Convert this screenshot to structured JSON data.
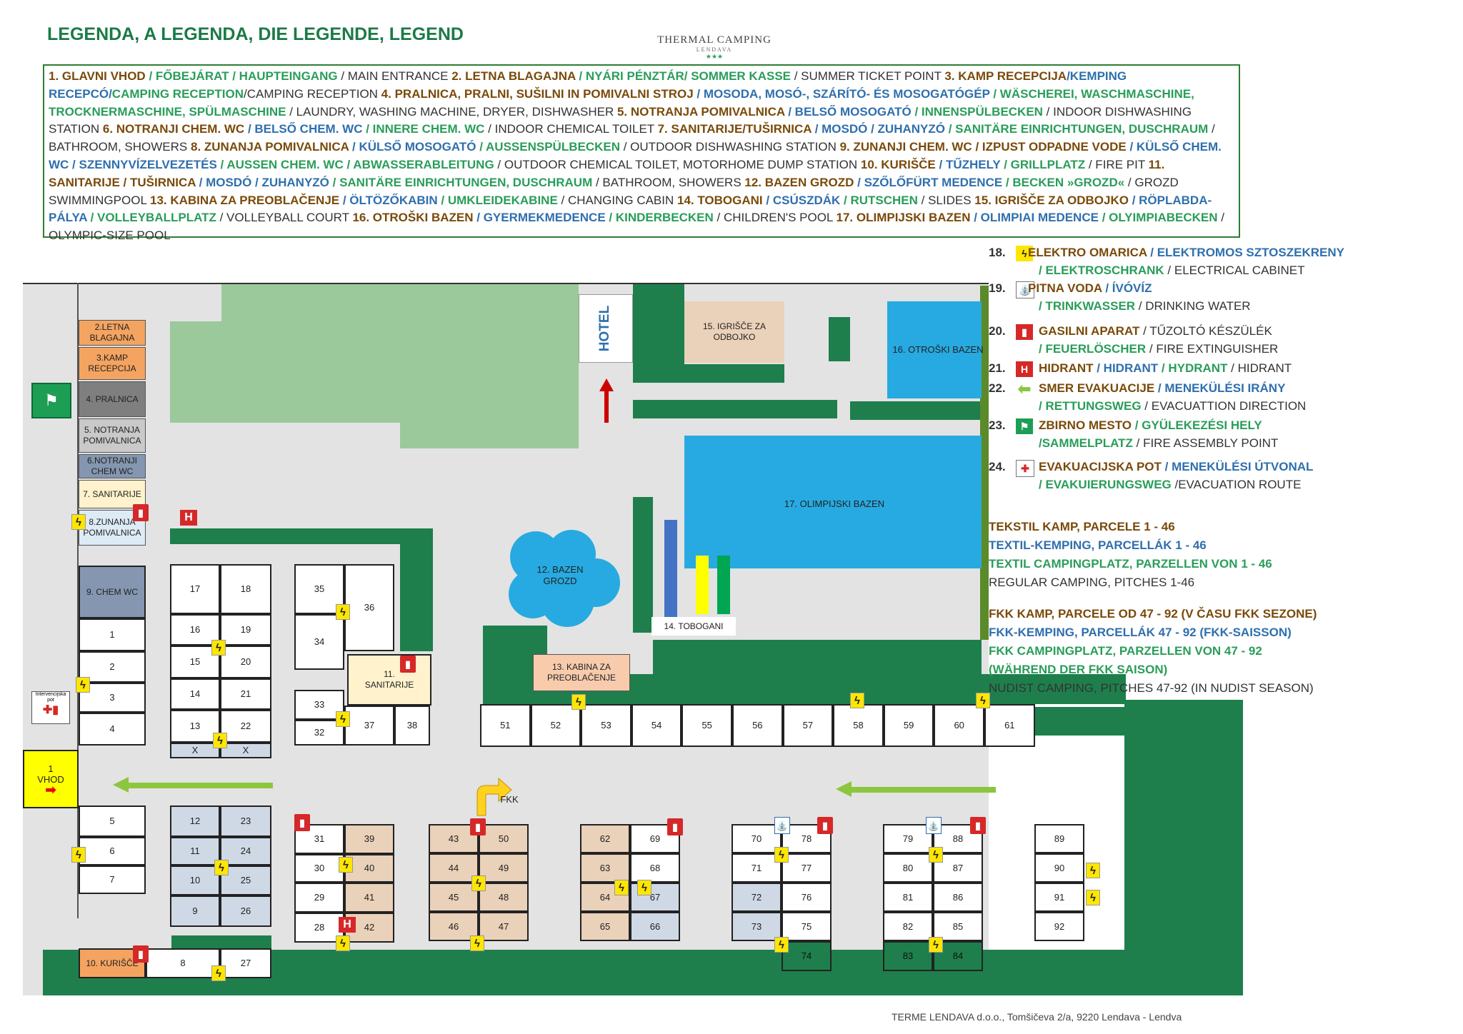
{
  "title": "LEGENDA, A LEGENDA, DIE LEGENDE, LEGEND",
  "logo": {
    "text": "THERMAL CAMPING",
    "sub": "LENDAVA",
    "stars": "★★★"
  },
  "legend_segments": [
    {
      "t": "1. GLAVNI VHOD ",
      "c": "br"
    },
    {
      "t": "/ FŐBEJÁRAT / HAUPTEINGANG ",
      "c": "gr"
    },
    {
      "t": "/ MAIN ENTRANCE ",
      "c": "bk"
    },
    {
      "t": " 2. LETNA BLAGAJNA ",
      "c": "br"
    },
    {
      "t": "/ NYÁRI PÉNZTÁR/ SOMMER KASSE ",
      "c": "gr"
    },
    {
      "t": "/ SUMMER TICKET POINT ",
      "c": "bk"
    },
    {
      "t": "3. KAMP RECEPCIJA",
      "c": "br"
    },
    {
      "t": "/KEMPING RECEPCÓ/",
      "c": "bl"
    },
    {
      "t": "CAMPING RECEPTION",
      "c": "gr"
    },
    {
      "t": "/CAMPING RECEPTION ",
      "c": "bk"
    },
    {
      "t": "  4. PRALNICA, PRALNI, SUŠILNI IN POMIVALNI STROJ ",
      "c": "br"
    },
    {
      "t": "/ MOSODA, MOSÓ-, SZÁRÍTÓ- ÉS MOSOGATÓGÉP ",
      "c": "bl"
    },
    {
      "t": "/ WÄSCHEREI, WASCHMASCHINE, TROCKNERMASCHINE, SPÜLMASCHINE ",
      "c": "gr"
    },
    {
      "t": "/  LAUNDRY, WASHING MACHINE, DRYER, DISHWASHER ",
      "c": "bk"
    },
    {
      "t": "5. NOTRANJA POMIVALNICA ",
      "c": "br"
    },
    {
      "t": "/ BELSŐ MOSOGATÓ ",
      "c": "bl"
    },
    {
      "t": "/ INNENSPÜLBECKEN ",
      "c": "gr"
    },
    {
      "t": "/ INDOOR DISHWASHING STATION ",
      "c": "bk"
    },
    {
      "t": "6. NOTRANJI CHEM. WC ",
      "c": "br"
    },
    {
      "t": " / BELSŐ CHEM. WC ",
      "c": "bl"
    },
    {
      "t": "/ INNERE CHEM. WC ",
      "c": "gr"
    },
    {
      "t": "/ INDOOR CHEMICAL TOILET ",
      "c": "bk"
    },
    {
      "t": " 7. SANITARIJE/TUŠIRNICA ",
      "c": "br"
    },
    {
      "t": "/ MOSDÓ / ZUHANYZÓ ",
      "c": "bl"
    },
    {
      "t": "/ SANITÄRE EINRICHTUNGEN, DUSCHRAUM ",
      "c": "gr"
    },
    {
      "t": "/ BATHROOM, SHOWERS ",
      "c": "bk"
    },
    {
      "t": " 8. ZUNANJA POMIVALNICA ",
      "c": "br"
    },
    {
      "t": "/ KÜLSŐ MOSOGATÓ ",
      "c": "bl"
    },
    {
      "t": "/ AUSSENSPÜLBECKEN ",
      "c": "gr"
    },
    {
      "t": "/ OUTDOOR DISHWASHING STATION ",
      "c": "bk"
    },
    {
      "t": " 9. ZUNANJI CHEM. WC ",
      "c": "br"
    },
    {
      "t": "/ IZPUST ODPADNE VODE ",
      "c": "br"
    },
    {
      "t": "/ KÜLSŐ CHEM. WC ",
      "c": "bl"
    },
    {
      "t": "/ SZENNYVÍZELVEZETÉS ",
      "c": "bl"
    },
    {
      "t": "/ AUSSEN CHEM. WC / ABWASSERABLEITUNG ",
      "c": "gr"
    },
    {
      "t": "/ OUTDOOR CHEMICAL TOILET, MOTORHOME DUMP STATION ",
      "c": "bk"
    },
    {
      "t": "10. KURIŠČE ",
      "c": "br"
    },
    {
      "t": "/ TŰZHELY ",
      "c": "bl"
    },
    {
      "t": "/ GRILLPLATZ ",
      "c": "gr"
    },
    {
      "t": "/ FIRE PIT ",
      "c": "bk"
    },
    {
      "t": " 11. SANITARIJE / TUŠIRNICA ",
      "c": "br"
    },
    {
      "t": "/ MOSDÓ / ZUHANYZÓ ",
      "c": "bl"
    },
    {
      "t": "/ SANITÄRE EINRICHTUNGEN, DUSCHRAUM ",
      "c": "gr"
    },
    {
      "t": "/ BATHROOM, SHOWERS ",
      "c": "bk"
    },
    {
      "t": "12. BAZEN GROZD ",
      "c": "br"
    },
    {
      "t": "/ SZŐLŐFÜRT MEDENCE ",
      "c": "bl"
    },
    {
      "t": "/ BECKEN »GROZD« ",
      "c": "gr"
    },
    {
      "t": "/ GROZD SWIMMINGPOOL ",
      "c": "bk"
    },
    {
      "t": "13. KABINA ZA PREOBLAČENJE ",
      "c": "br"
    },
    {
      "t": "/ ÖLTÖZŐKABIN ",
      "c": "bl"
    },
    {
      "t": "/ UMKLEIDEKABINE ",
      "c": "gr"
    },
    {
      "t": "/ CHANGING CABIN ",
      "c": "bk"
    },
    {
      "t": "14. TOBOGANI ",
      "c": "br"
    },
    {
      "t": "/ CSÚSZDÁK ",
      "c": "bl"
    },
    {
      "t": "/ RUTSCHEN ",
      "c": "gr"
    },
    {
      "t": "/ SLIDES ",
      "c": "bk"
    },
    {
      "t": "15. IGRIŠČE ZA ODBOJKO ",
      "c": "br"
    },
    {
      "t": "/ RÖPLABDA-PÁLYA ",
      "c": "bl"
    },
    {
      "t": "/ VOLLEYBALLPLATZ ",
      "c": "gr"
    },
    {
      "t": "/ VOLLEYBALL COURT ",
      "c": "bk"
    },
    {
      "t": "16. OTROŠKI BAZEN ",
      "c": "br"
    },
    {
      "t": " / GYERMEKMEDENCE ",
      "c": "bl"
    },
    {
      "t": "/ KINDERBECKEN ",
      "c": "gr"
    },
    {
      "t": "/ CHILDREN'S POOL ",
      "c": "bk"
    },
    {
      "t": "  17. OLIMPIJSKI BAZEN ",
      "c": "br"
    },
    {
      "t": "/ OLIMPIAI MEDENCE ",
      "c": "bl"
    },
    {
      "t": "/ OLYIMPIABECKEN ",
      "c": "gr"
    },
    {
      "t": "/ OLYMPIC-SIZE POOL",
      "c": "bk"
    }
  ],
  "right_legend": [
    {
      "num": "18.",
      "icon": "bolt-icon",
      "l1": [
        {
          "t": "ELEKTRO OMARICA ",
          "c": "br"
        },
        {
          "t": "/ ELEKTROMOS SZTOSZEKRENY",
          "c": "bl"
        }
      ],
      "l2": [
        {
          "t": "/ ELEKTROSCHRANK ",
          "c": "gr"
        },
        {
          "t": "/ ELECTRICAL CABINET",
          "c": "bk"
        }
      ]
    },
    {
      "num": "19.",
      "icon": "water-tap-icon",
      "l1": [
        {
          "t": "PITNA VODA ",
          "c": "br"
        },
        {
          "t": "/ ÍVÓVÍZ",
          "c": "bl"
        }
      ],
      "l2": [
        {
          "t": "/ TRINKWASSER ",
          "c": "gr"
        },
        {
          "t": "/ DRINKING WATER",
          "c": "bk"
        }
      ]
    },
    {
      "num": "20.",
      "icon": "fire-extinguisher-icon",
      "l1": [
        {
          "t": "GASILNI APARAT ",
          "c": "br"
        },
        {
          "t": "/ TŰZOLTÓ KÉSZÜLÉK",
          "c": "bk"
        }
      ],
      "l2": [
        {
          "t": "/ FEUERLÖSCHER ",
          "c": "gr"
        },
        {
          "t": "/ FIRE EXTINGUISHER",
          "c": "bk"
        }
      ]
    },
    {
      "num": "21.",
      "icon": "hydrant-icon",
      "l1": [
        {
          "t": "HIDRANT ",
          "c": "br"
        },
        {
          "t": "/ HIDRANT ",
          "c": "bl"
        },
        {
          "t": "/ HYDRANT ",
          "c": "gr"
        },
        {
          "t": "/ HIDRANT",
          "c": "bk"
        }
      ],
      "l2": []
    },
    {
      "num": "22.",
      "icon": "evacuation-arrow-icon",
      "l1": [
        {
          "t": "SMER EVAKUACIJE ",
          "c": "br"
        },
        {
          "t": "/ MENEKÜLÉSI IRÁNY",
          "c": "bl"
        }
      ],
      "l2": [
        {
          "t": "/ RETTUNGSWEG ",
          "c": "gr"
        },
        {
          "t": "/ EVACUATTION DIRECTION",
          "c": "bk"
        }
      ]
    },
    {
      "num": "23.",
      "icon": "assembly-point-icon",
      "l1": [
        {
          "t": "ZBIRNO MESTO ",
          "c": "br"
        },
        {
          "t": "/  GYÜLEKEZÉSI HELY",
          "c": "gr"
        }
      ],
      "l2": [
        {
          "t": "/SAMMELPLATZ ",
          "c": "gr"
        },
        {
          "t": "/ FIRE ASSEMBLY POINT",
          "c": "bk"
        }
      ]
    },
    {
      "num": "24.",
      "icon": "evacuation-route-icon",
      "l1": [
        {
          "t": "EVAKUACIJSKA POT ",
          "c": "br"
        },
        {
          "t": "/ MENEKÜLÉSI ÚTVONAL",
          "c": "bl"
        }
      ],
      "l2": [
        {
          "t": "/ EVAKUIERUNGSWEG ",
          "c": "gr"
        },
        {
          "t": "/EVACUATION ROUTE",
          "c": "bk"
        }
      ]
    }
  ],
  "camping_text": [
    {
      "t": "TEKSTIL KAMP, PARCELE 1 - 46",
      "c": "br"
    },
    {
      "t": "TEXTIL-KEMPING, PARCELLÁK 1 - 46",
      "c": "bl"
    },
    {
      "t": "TEXTIL CAMPINGPLATZ, PARZELLEN VON 1 - 46",
      "c": "gr"
    },
    {
      "t": "REGULAR CAMPING, PITCHES 1-46",
      "c": "bk"
    },
    {
      "t": "FKK KAMP, PARCELE OD 47 - 92 (V ČASU FKK SEZONE)",
      "c": "br"
    },
    {
      "t": "FKK-KEMPING, PARCELLÁK 47 - 92 (FKK-SAISSON)",
      "c": "bl"
    },
    {
      "t": "FKK CAMPINGPLATZ, PARZELLEN VON 47 - 92",
      "c": "gr"
    },
    {
      "t": "(WÄHREND DER FKK SAISON)",
      "c": "gr"
    },
    {
      "t": "NUDIST CAMPING, PITCHES 47-92  (IN NUDIST SEASON)",
      "c": "bk"
    }
  ],
  "map": {
    "facilities": {
      "f2": "2.LETNA BLAGAJNA",
      "f3": "3.KAMP RECEPCIJA",
      "f4": "4. PRALNICA",
      "f5": "5. NOTRANJA POMIVALNICA",
      "f6": "6.NOTRANJI CHEM WC",
      "f7": "7. SANITARIJE",
      "f8": "8.ZUNANJA POMIVALNICA",
      "f9": "9. CHEM WC",
      "f10": "10. KURIŠČE",
      "f11a": "11.",
      "f11b": "SANITARIJE",
      "f12": "12. BAZEN GROZD",
      "f13": "13. KABINA ZA PREOBLAČENJE",
      "f14": "14. TOBOGANI",
      "f15": "15. IGRIŠČE ZA ODBOJKO",
      "f16": "16. OTROŠKI BAZEN",
      "f17": "17. OLIMPIJSKI BAZEN",
      "hotel": "HOTEL",
      "vhod_num": "1",
      "vhod": "VHOD",
      "fkk": "FKK",
      "interv": "Intervencijska pot"
    },
    "pitches": [
      "17",
      "18",
      "16",
      "19",
      "15",
      "20",
      "14",
      "21",
      "13",
      "22",
      "X",
      "X",
      "35",
      "36",
      "34",
      "33",
      "32",
      "37",
      "38",
      "1",
      "2",
      "3",
      "4",
      "5",
      "6",
      "7",
      "12",
      "23",
      "11",
      "24",
      "10",
      "25",
      "9",
      "26",
      "8",
      "27",
      "31",
      "39",
      "30",
      "40",
      "29",
      "41",
      "28",
      "42",
      "43",
      "50",
      "44",
      "49",
      "45",
      "48",
      "46",
      "47",
      "62",
      "69",
      "63",
      "68",
      "64",
      "67",
      "65",
      "66",
      "70",
      "78",
      "71",
      "77",
      "72",
      "76",
      "73",
      "75",
      "74",
      "79",
      "88",
      "80",
      "87",
      "81",
      "86",
      "82",
      "85",
      "83",
      "84",
      "89",
      "90",
      "91",
      "92",
      "51",
      "52",
      "53",
      "54",
      "55",
      "56",
      "57",
      "58",
      "59",
      "60",
      "61"
    ]
  },
  "footer": "TERME LENDAVA d.o.o., Tomšičeva 2/a, 9220  Lendava -  Lendva",
  "colors": {
    "brown": "#7a4a0a",
    "blue": "#2f6fad",
    "green": "#2a9d5a",
    "dark_green": "#1e7f4c",
    "pool": "#27aae1"
  }
}
